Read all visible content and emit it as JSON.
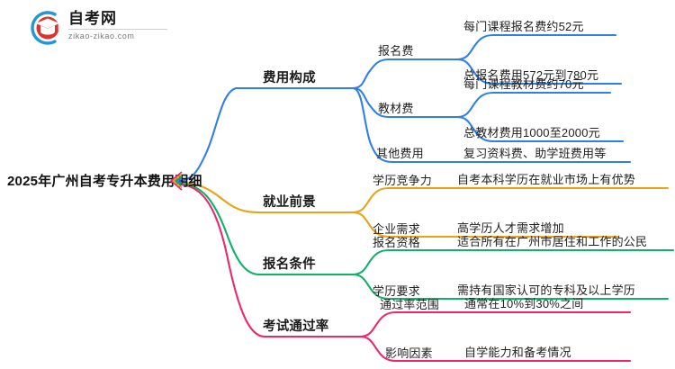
{
  "logo": {
    "title": "自考网",
    "subtitle": "zikao-zikao.com",
    "mark_icon": "graduation-cap-icon",
    "ring_color": "#2196d9",
    "cap_color": "#e0322d"
  },
  "mindmap": {
    "root": {
      "label": "2025年广州自考专升本费用明细"
    },
    "branches": [
      {
        "label": "费用构成",
        "color": "#2e7fe8",
        "children": [
          {
            "label": "报名费",
            "leaves": [
              "每门课程报名费约52元",
              "总报名费用572元到780元"
            ]
          },
          {
            "label": "教材费",
            "leaves": [
              "每门课程教材费约70元",
              "总教材费用1000至2000元"
            ]
          },
          {
            "label": "其他费用",
            "leaves": [
              "复习资料费、助学班费用等"
            ]
          }
        ]
      },
      {
        "label": "就业前景",
        "color": "#e8a317",
        "children": [
          {
            "label": "学历竞争力",
            "leaves": [
              "自考本科学历在就业市场上有优势"
            ]
          },
          {
            "label": "企业需求",
            "leaves": [
              "高学历人才需求增加"
            ]
          }
        ]
      },
      {
        "label": "报名条件",
        "color": "#10b168",
        "children": [
          {
            "label": "报名资格",
            "leaves": [
              "适合所有在广州市居住和工作的公民"
            ]
          },
          {
            "label": "学历要求",
            "leaves": [
              "需持有国家认可的专科及以上学历"
            ]
          }
        ]
      },
      {
        "label": "考试通过率",
        "color": "#f0256f",
        "children": [
          {
            "label": "通过率范围",
            "leaves": [
              "通常在10%到30%之间"
            ]
          },
          {
            "label": "影响因素",
            "leaves": [
              "自学能力和备考情况"
            ]
          }
        ]
      }
    ]
  }
}
